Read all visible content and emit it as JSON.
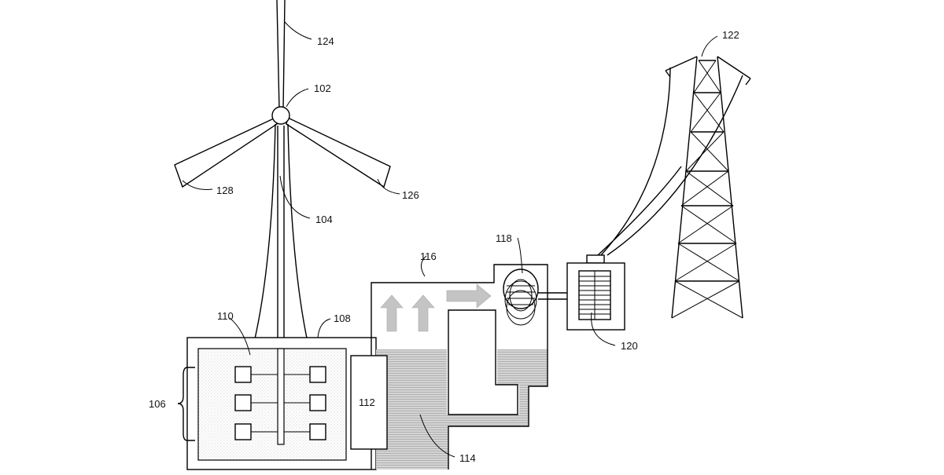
{
  "labels": {
    "tower": "122",
    "blade_top": "124",
    "hub": "102",
    "blade_right": "126",
    "blade_left": "128",
    "shaft": "104",
    "storage_group": "106",
    "housing": "108",
    "chamber": "110",
    "heat_exchanger": "112",
    "fluid": "114",
    "steam_flow": "116",
    "turbine": "118",
    "generator": "120"
  },
  "colors": {
    "line": "#000000",
    "dots": "#d8d8d8",
    "fluid": "#b9b9b9",
    "arrow": "#c0c0c0"
  }
}
